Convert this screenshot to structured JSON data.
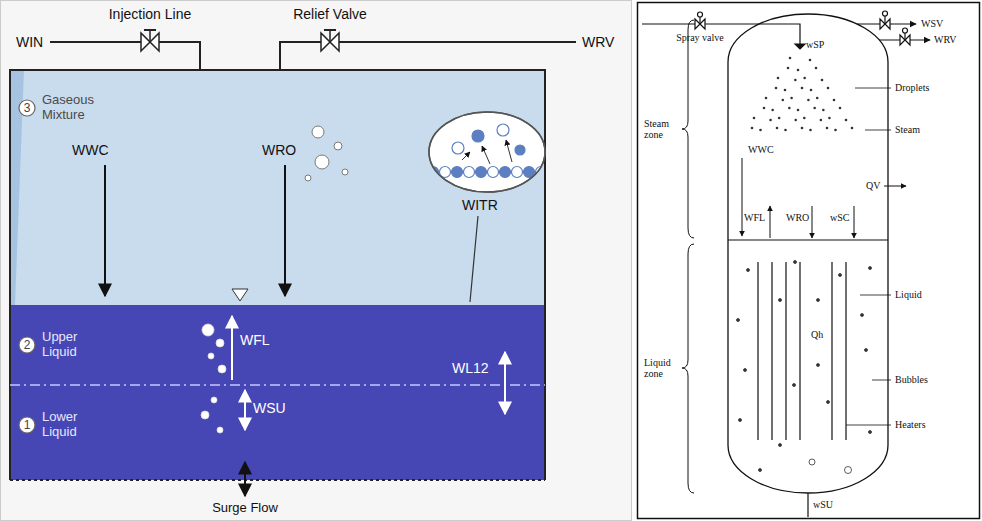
{
  "diagram": {
    "nodes": [
      {
        "text": [
          "3"
        ]
      },
      {
        "text": [
          "2"
        ]
      },
      {
        "text": [
          "1"
        ]
      }
    ],
    "labels": [
      "Injection Line",
      "Relief Valve",
      "WIN",
      "WRV",
      "Gaseous Mixture",
      "WWC",
      "WRO",
      "WITR",
      "Upper Liquid",
      "WFL",
      "WL12",
      "WSU",
      "Lower Liquid",
      "Surge Flow",
      "Spray valve",
      "WSV",
      "WRV",
      "wSP",
      "Droplets",
      "Steam zone",
      "Steam",
      "WWC",
      "QV",
      "WFL",
      "WRO",
      "wSC",
      "Liquid",
      "Qh",
      "Bubbles",
      "Liquid zone",
      "Heaters",
      "wSU"
    ]
  }
}
